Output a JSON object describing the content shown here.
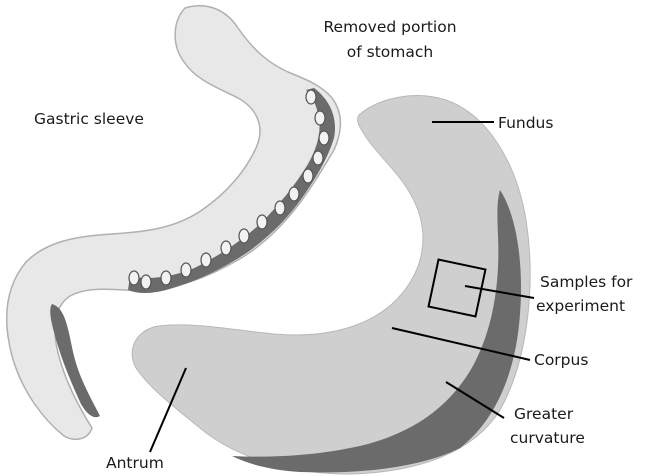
{
  "labels": {
    "removed_line1": "Removed portion",
    "removed_line2": "of stomach",
    "gastric_sleeve": "Gastric sleeve",
    "fundus": "Fundus",
    "samples_line1": "Samples for",
    "samples_line2": "experiment",
    "corpus": "Corpus",
    "greater_line1": "Greater",
    "greater_line2": "curvature",
    "antrum": "Antrum"
  },
  "colors": {
    "tissue_light": "#e8e8e8",
    "tissue_mid": "#cfcfcf",
    "tissue_dark": "#6b6b6b",
    "outline": "#b0b0b0",
    "line": "#000000"
  }
}
